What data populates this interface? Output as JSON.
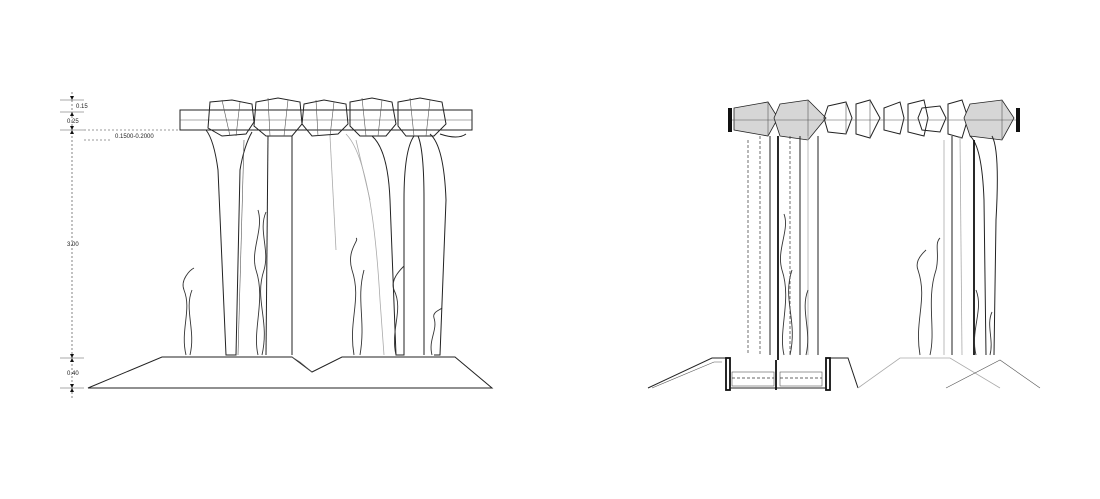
{
  "dimensions": {
    "d1": "0.15",
    "d2": "0.25",
    "d3": "0.1500-0.2000",
    "d4": "3.00",
    "d5": "0.40"
  },
  "views": [
    "left-elevation",
    "right-section"
  ]
}
